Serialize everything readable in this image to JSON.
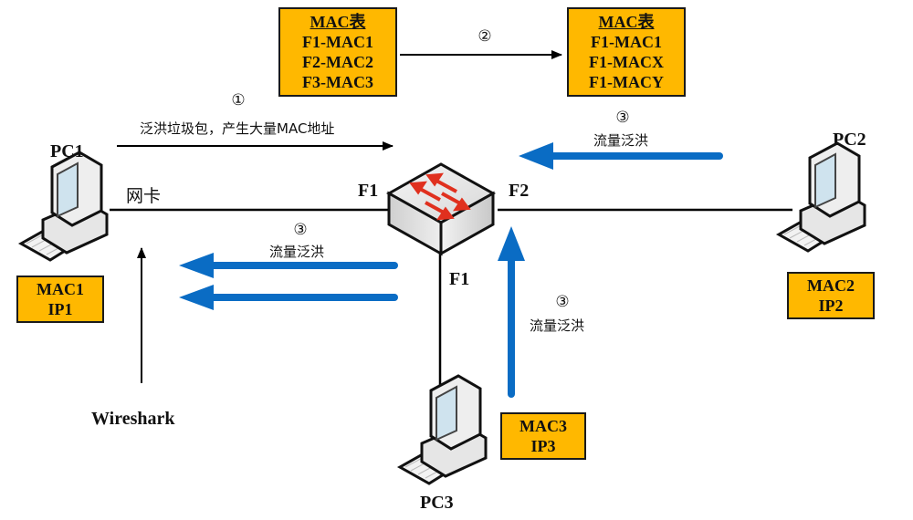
{
  "diagram": {
    "mac_table_before": {
      "title": "MAC表",
      "rows": [
        "F1-MAC1",
        "F2-MAC2",
        "F3-MAC3"
      ]
    },
    "mac_table_after": {
      "title": "MAC表",
      "rows": [
        "F1-MAC1",
        "F1-MACX",
        "F1-MACY"
      ]
    },
    "steps": {
      "step1": {
        "marker": "①",
        "text": "泛洪垃圾包，产生大量MAC地址"
      },
      "step2": {
        "marker": "②"
      },
      "step3_top": {
        "marker": "③",
        "text": "流量泛洪"
      },
      "step3_left": {
        "marker": "③",
        "text": "流量泛洪"
      },
      "step3_bottom": {
        "marker": "③",
        "text": "流量泛洪"
      }
    },
    "hosts": {
      "pc1": {
        "name": "PC1",
        "nic_label": "网卡",
        "mac": "MAC1",
        "ip": "IP1"
      },
      "pc2": {
        "name": "PC2",
        "mac": "MAC2",
        "ip": "IP2"
      },
      "pc3": {
        "name": "PC3",
        "mac": "MAC3",
        "ip": "IP3"
      }
    },
    "switch_ports": {
      "left": "F1",
      "right": "F2",
      "bottom": "F1"
    },
    "capture_tool": "Wireshark",
    "colors": {
      "box_fill": "#ffb800",
      "flood_arrow": "#0a6cc4",
      "switch_arrows": "#e0301e"
    }
  }
}
